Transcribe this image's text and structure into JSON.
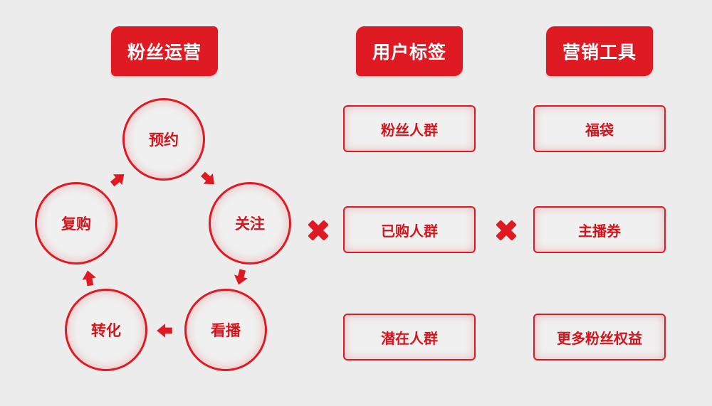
{
  "headers": {
    "fan_ops": "粉丝运营",
    "user_tags": "用户标签",
    "marketing": "营销工具"
  },
  "cycle": {
    "reserve": "预约",
    "follow": "关注",
    "watch": "看播",
    "convert": "转化",
    "repurchase": "复购"
  },
  "user_tags": [
    "粉丝人群",
    "已购人群",
    "潜在人群"
  ],
  "marketing_tools": [
    "福袋",
    "主播券",
    "更多粉丝权益"
  ],
  "colors": {
    "accent": "#df1a22",
    "background": "#ececec"
  },
  "icons": {
    "cross": "cross-icon",
    "arrow": "arrow-icon"
  }
}
